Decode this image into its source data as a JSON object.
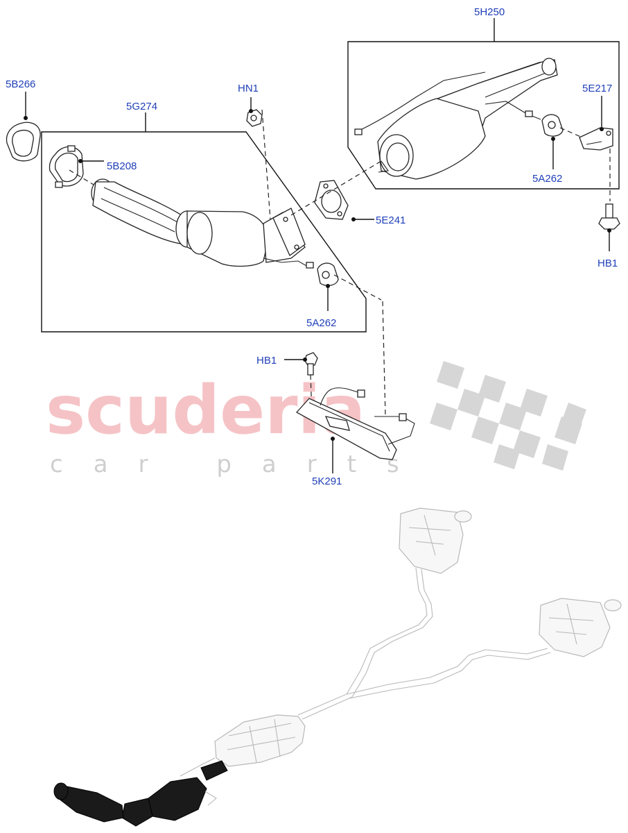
{
  "watermark": {
    "brand": "scuderia",
    "tagline": "car parts"
  },
  "callouts": [
    {
      "id": "c-5B266",
      "text": "5B266"
    },
    {
      "id": "c-5G274",
      "text": "5G274"
    },
    {
      "id": "c-HN1",
      "text": "HN1"
    },
    {
      "id": "c-5B208",
      "text": "5B208"
    },
    {
      "id": "c-5H250",
      "text": "5H250"
    },
    {
      "id": "c-5E217",
      "text": "5E217"
    },
    {
      "id": "c-5A262-top",
      "text": "5A262"
    },
    {
      "id": "c-5E241",
      "text": "5E241"
    },
    {
      "id": "c-HB1-right",
      "text": "HB1"
    },
    {
      "id": "c-5A262-left",
      "text": "5A262"
    },
    {
      "id": "c-HB1-mid",
      "text": "HB1"
    },
    {
      "id": "c-5K291",
      "text": "5K291"
    }
  ],
  "colors": {
    "callout_text": "#1f3fb8",
    "watermark_brand": "#f4b9bd",
    "watermark_tagline": "#cfcfcf",
    "line": "#222222"
  },
  "icons": [
    "checkered-flag-icon"
  ]
}
